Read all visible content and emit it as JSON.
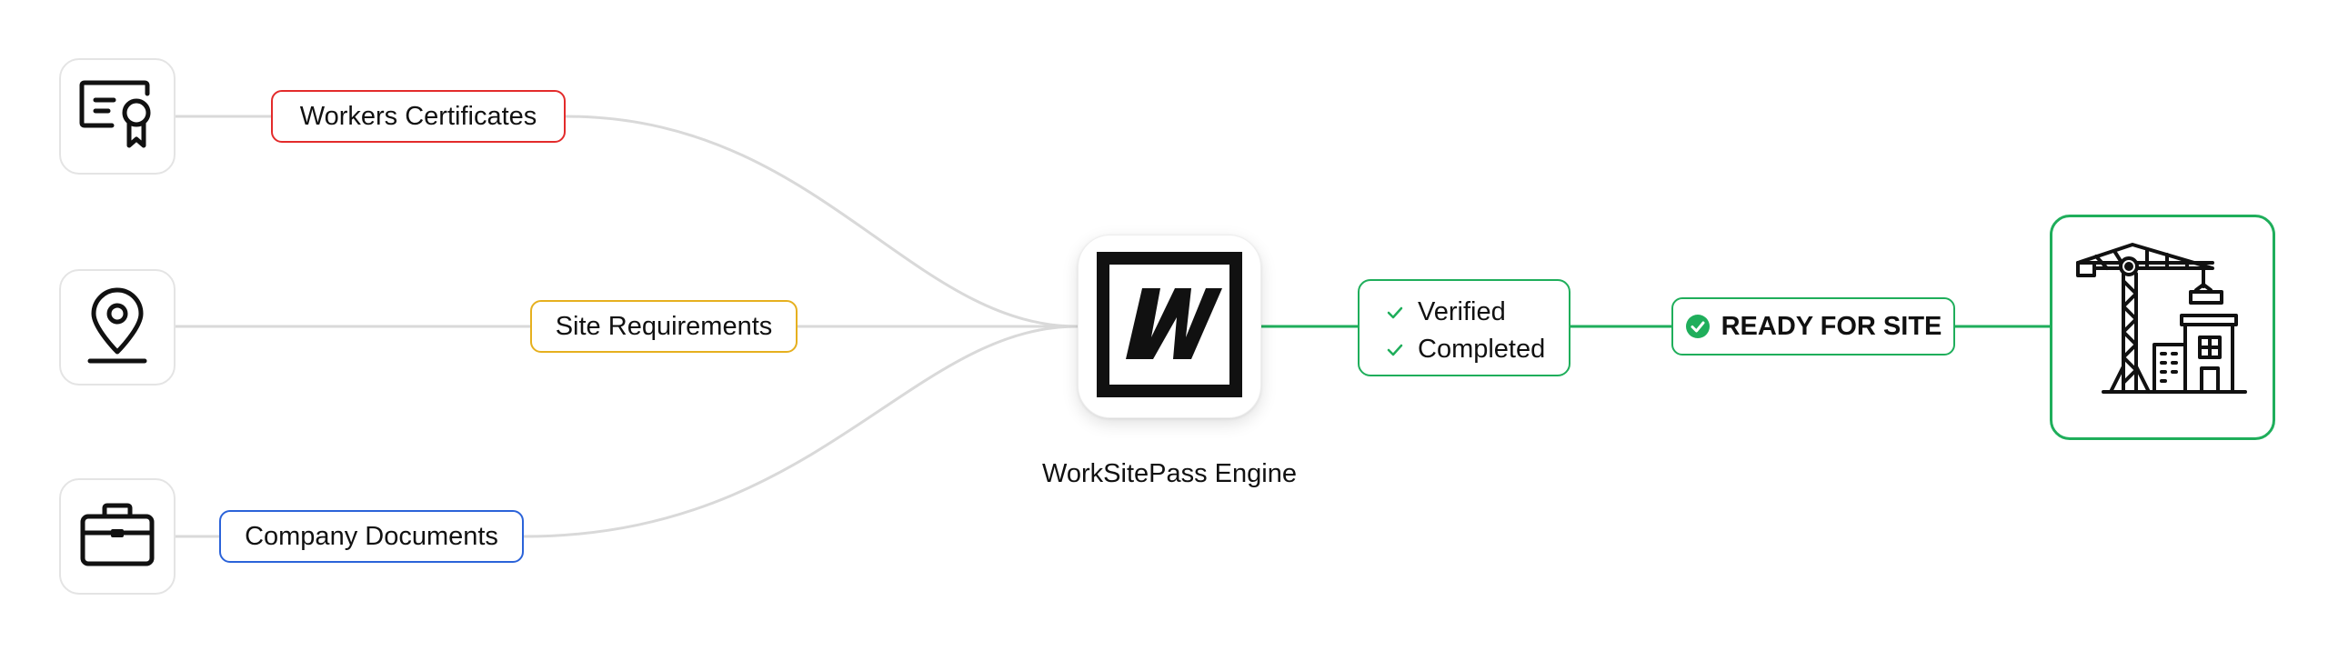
{
  "inputs": [
    {
      "icon": "certificate-icon",
      "label": "Workers Certificates",
      "accent": "#e32b2b"
    },
    {
      "icon": "location-pin-icon",
      "label": "Site Requirements",
      "accent": "#e6b01f"
    },
    {
      "icon": "briefcase-icon",
      "label": "Company Documents",
      "accent": "#2b63d9"
    }
  ],
  "engine": {
    "logo": "worksitepass-logo",
    "label": "WorkSitePass Engine"
  },
  "status": {
    "items": [
      "Verified",
      "Completed"
    ],
    "check_icon": "checkmark-icon"
  },
  "ready": {
    "label": "READY FOR SITE",
    "icon": "check-circle-icon"
  },
  "destination": {
    "icon": "construction-site-icon"
  },
  "colors": {
    "connector": "#d9d9d9",
    "success": "#1fae5b"
  }
}
